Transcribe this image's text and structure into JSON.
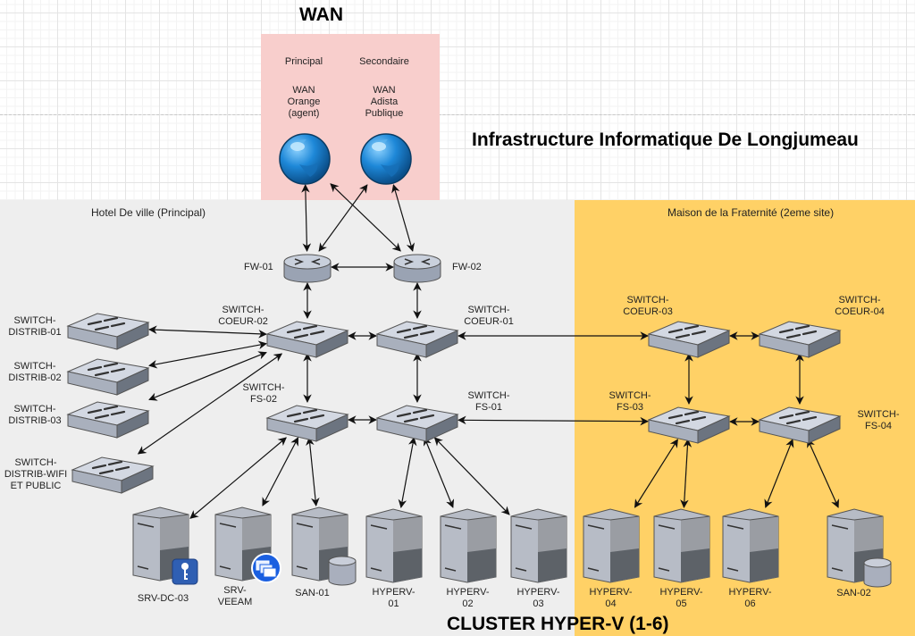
{
  "titles": {
    "wan": "WAN",
    "main": "Infrastructure Informatique De Longjumeau",
    "cluster": "CLUSTER HYPER-V (1-6)"
  },
  "zones": {
    "wan": {
      "color": "#f8cecc"
    },
    "hotel_de_ville": {
      "label": "Hotel De ville (Principal)",
      "color": "#eeeeee"
    },
    "maison_fraternite": {
      "label": "Maison de la Fraternité (2eme site)",
      "color": "#ffd166"
    }
  },
  "wan_links": [
    {
      "id": "wan1",
      "role": "Principal",
      "label": "WAN\nOrange\n(agent)",
      "icon": "globe-icon"
    },
    {
      "id": "wan2",
      "role": "Secondaire",
      "label": "WAN\nAdista\nPublique",
      "icon": "globe-icon"
    }
  ],
  "firewalls": [
    {
      "id": "fw1",
      "label": "FW-01",
      "icon": "router-icon"
    },
    {
      "id": "fw2",
      "label": "FW-02",
      "icon": "router-icon"
    }
  ],
  "switches": [
    {
      "id": "sc2",
      "label": "SWITCH-\nCOEUR-02"
    },
    {
      "id": "sc1",
      "label": "SWITCH-\nCOEUR-01"
    },
    {
      "id": "sf2",
      "label": "SWITCH-\nFS-02"
    },
    {
      "id": "sf1",
      "label": "SWITCH-\nFS-01"
    },
    {
      "id": "sd1",
      "label": "SWITCH-\nDISTRIB-01"
    },
    {
      "id": "sd2",
      "label": "SWITCH-\nDISTRIB-02"
    },
    {
      "id": "sd3",
      "label": "SWITCH-\nDISTRIB-03"
    },
    {
      "id": "sdw",
      "label": "SWITCH-\nDISTRIB-WIFI\nET PUBLIC"
    },
    {
      "id": "sc3",
      "label": "SWITCH-\nCOEUR-03"
    },
    {
      "id": "sc4",
      "label": "SWITCH-\nCOEUR-04"
    },
    {
      "id": "sf3",
      "label": "SWITCH-\nFS-03"
    },
    {
      "id": "sf4",
      "label": "SWITCH-\nFS-04"
    }
  ],
  "servers": [
    {
      "id": "dc3",
      "label": "SRV-DC-03",
      "badge": "key-icon"
    },
    {
      "id": "veeam",
      "label": "SRV-\nVEEAM",
      "badge": "windows-icon"
    },
    {
      "id": "san1",
      "label": "SAN-01",
      "badge": "database-icon"
    },
    {
      "id": "h1",
      "label": "HYPERV-\n01",
      "badge": ""
    },
    {
      "id": "h2",
      "label": "HYPERV-\n02",
      "badge": ""
    },
    {
      "id": "h3",
      "label": "HYPERV-\n03",
      "badge": ""
    },
    {
      "id": "h4",
      "label": "HYPERV-\n04",
      "badge": ""
    },
    {
      "id": "h5",
      "label": "HYPERV-\n05",
      "badge": ""
    },
    {
      "id": "h6",
      "label": "HYPERV-\n06",
      "badge": ""
    },
    {
      "id": "san2",
      "label": "SAN-02",
      "badge": "database-icon"
    }
  ],
  "links": [
    [
      "fw1",
      "wan1"
    ],
    [
      "fw1",
      "wan2"
    ],
    [
      "fw2",
      "wan1"
    ],
    [
      "fw2",
      "wan2"
    ],
    [
      "fw1",
      "fw2"
    ],
    [
      "fw1",
      "sc2"
    ],
    [
      "fw2",
      "sc1"
    ],
    [
      "sc2",
      "sc1"
    ],
    [
      "sc2",
      "sf2"
    ],
    [
      "sc1",
      "sf1"
    ],
    [
      "sf2",
      "sf1"
    ],
    [
      "sd1",
      "sc2"
    ],
    [
      "sd2",
      "sc2"
    ],
    [
      "sd3",
      "sc2"
    ],
    [
      "sdw",
      "sc2"
    ],
    [
      "sc1",
      "sc3"
    ],
    [
      "sf1",
      "sf3"
    ],
    [
      "sc3",
      "sc4"
    ],
    [
      "sc3",
      "sf3"
    ],
    [
      "sc4",
      "sf4"
    ],
    [
      "sf3",
      "sf4"
    ],
    [
      "sf2",
      "dc3"
    ],
    [
      "sf2",
      "veeam"
    ],
    [
      "sf2",
      "san1"
    ],
    [
      "sf1",
      "h1"
    ],
    [
      "sf1",
      "h2"
    ],
    [
      "sf1",
      "h3"
    ],
    [
      "sf3",
      "h4"
    ],
    [
      "sf3",
      "h5"
    ],
    [
      "sf4",
      "h6"
    ],
    [
      "sf4",
      "san2"
    ]
  ]
}
